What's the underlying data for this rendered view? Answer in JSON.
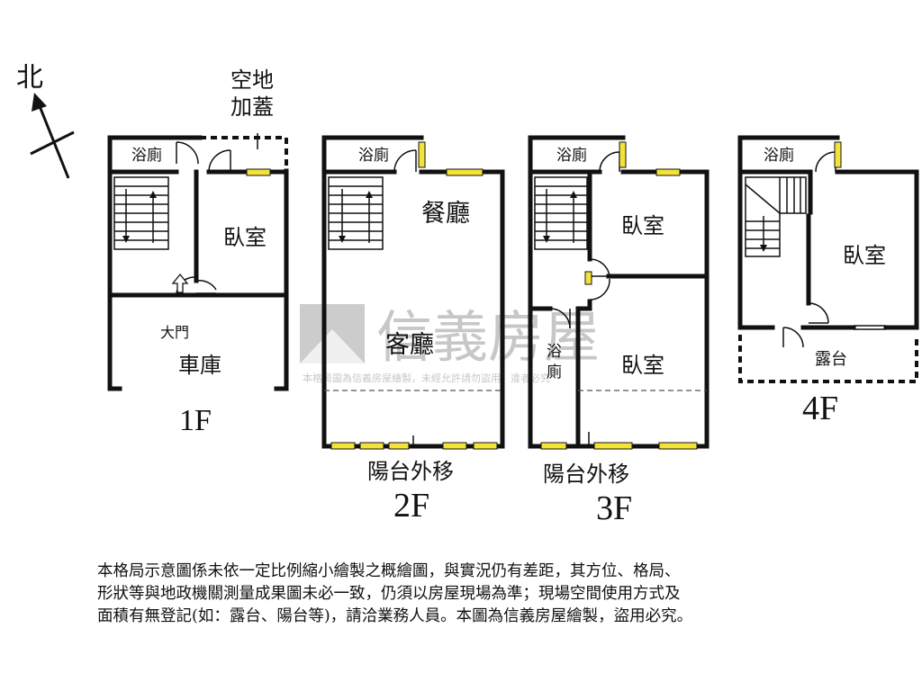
{
  "compass": {
    "label": "北"
  },
  "floor1": {
    "title": "1F",
    "rooms": {
      "bath": "浴廁",
      "bedroom": "臥室",
      "garage": "車庫"
    },
    "entrance": "大門",
    "vacant_land": [
      "空地",
      "加蓋"
    ]
  },
  "floor2": {
    "title": "2F",
    "rooms": {
      "bath": "浴廁",
      "dining": "餐廳",
      "living": "客廳"
    },
    "balcony": "陽台外移"
  },
  "floor3": {
    "title": "3F",
    "rooms": {
      "bath": "浴廁",
      "bedroom_top": "臥室",
      "bedroom_bottom": "臥室",
      "bath2_line1": "浴",
      "bath2_line2": "廁"
    },
    "balcony": "陽台外移"
  },
  "floor4": {
    "title": "4F",
    "rooms": {
      "bath": "浴廁",
      "bedroom": "臥室",
      "terrace": "露台"
    }
  },
  "watermark": {
    "brand": "信義房屋",
    "notice": "本格局圖為信義房屋繪製，未經允許請勿盜用，違者必究"
  },
  "disclaimer": [
    "本格局示意圖係未依一定比例縮小繪製之概繪圖，與實況仍有差距，其方位、格局、",
    "形狀等與地政機關測量成果圖未必一致，仍須以房屋現場為準；現場空間使用方式及",
    "面積有無登記(如：露台、陽台等)，請洽業務人員。本圖為信義房屋繪製，盜用必究。"
  ]
}
